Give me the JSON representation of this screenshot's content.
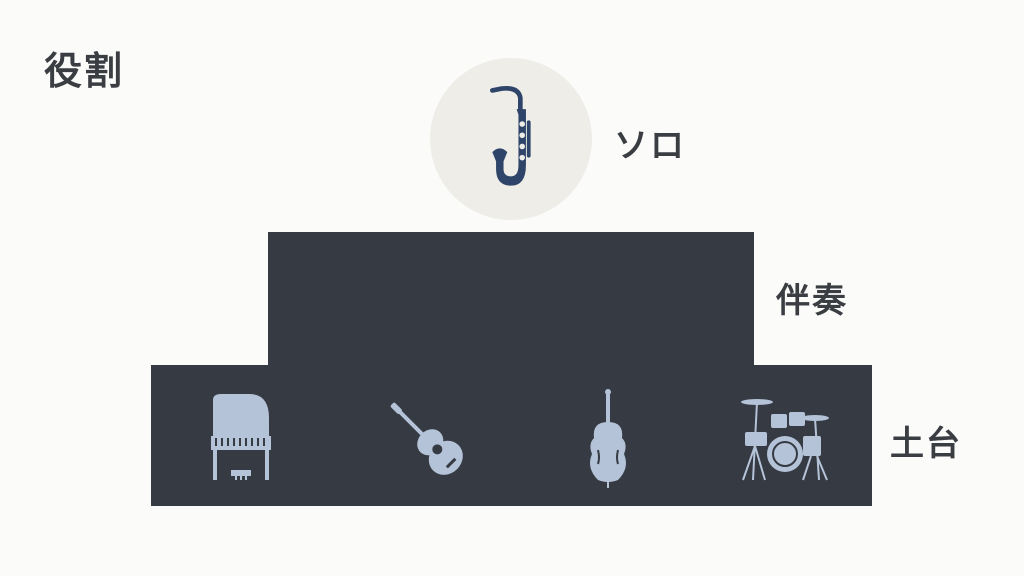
{
  "title": "役割",
  "tiers": {
    "solo": {
      "label": "ソロ",
      "icon": "saxophone-icon"
    },
    "accompaniment": {
      "label": "伴奏"
    },
    "foundation": {
      "label": "土台",
      "icons": [
        "piano-icon",
        "acoustic-guitar-icon",
        "upright-bass-icon",
        "drum-kit-icon"
      ]
    }
  },
  "colors": {
    "background": "#fbfbfa",
    "block": "#353a43",
    "circle": "#eeede8",
    "sax": "#2e4468",
    "instrument": "#b5c3d8",
    "text": "#3a3d42"
  }
}
